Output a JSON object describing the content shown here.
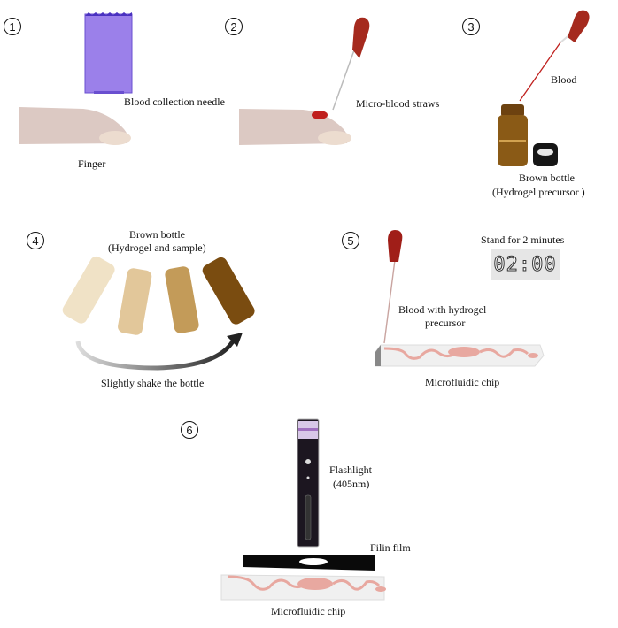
{
  "steps": [
    {
      "number": "1",
      "labels": {
        "needle": "Blood collection needle",
        "finger": "Finger"
      }
    },
    {
      "number": "2",
      "labels": {
        "straw": "Micro-blood straws"
      }
    },
    {
      "number": "3",
      "labels": {
        "blood": "Blood",
        "bottle_line1": "Brown bottle",
        "bottle_line2": "(Hydrogel precursor )"
      }
    },
    {
      "number": "4",
      "labels": {
        "bottle_line1": "Brown bottle",
        "bottle_line2": "(Hydrogel and sample)",
        "action": "Slightly  shake the bottle"
      }
    },
    {
      "number": "5",
      "labels": {
        "stand": "Stand for 2 minutes",
        "timer": "02:00",
        "blood_line1": "Blood with hydrogel",
        "blood_line2": "precursor",
        "chip": "Microfluidic chip"
      }
    },
    {
      "number": "6",
      "labels": {
        "flash_line1": "Flashlight",
        "flash_line2": "(405nm)",
        "film": "Filin film",
        "chip": "Microfluidic chip"
      }
    }
  ],
  "colors": {
    "needle_purple": "#9b80ea",
    "finger_skin": "#dcc9c3",
    "nail": "#ecdccf",
    "blood_red": "#c0201e",
    "dropper_bulb": "#a52a1e",
    "amber_glass": "#8a5a16",
    "chip_channel": "#e8a8a0",
    "chip_body": "#f0f0f0",
    "timer_bg": "#e6e6e6"
  }
}
